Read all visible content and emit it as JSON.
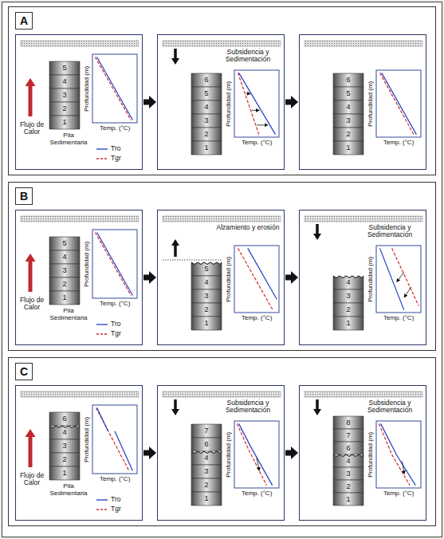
{
  "diagram": {
    "nodes": [
      {
        "text": [
          "A"
        ]
      },
      {
        "text": [
          "Flujo de Calor",
          "Pila Sedimentaria",
          "Profundidad (m)",
          "Temp. (°C)"
        ],
        "in": 0
      },
      {
        "text": [
          "Subsidencia y Sedimentación",
          "Profundidad (m)",
          "Temp. (°C)"
        ],
        "in": 0
      },
      {
        "text": [
          "Profundidad (m)",
          "Temp. (°C)"
        ],
        "in": 0
      },
      {
        "text": [
          "B"
        ]
      },
      {
        "text": [
          "Flujo de Calor",
          "Pila Sedimentaria",
          "Profundidad (m)",
          "Temp. (°C)"
        ],
        "in": 4
      },
      {
        "text": [
          "Alzamiento y erosión",
          "Profundidad (m)",
          "Temp. (°C)"
        ],
        "in": 4
      },
      {
        "text": [
          "Subsidencia y Sedimentación",
          "Profundidad (m)",
          "Temp. (°C)"
        ],
        "in": 4
      },
      {
        "text": [
          "C"
        ]
      },
      {
        "text": [
          "Flujo de Calor",
          "Pila Sedimentaria",
          "Profundidad (m)",
          "Temp. (°C)"
        ],
        "in": 8
      },
      {
        "text": [
          "Subsidencia y Sedimentación",
          "Profundidad (m)",
          "Temp. (°C)"
        ],
        "in": 8
      },
      {
        "text": [
          "Subsidencia y Sedimentación",
          "Profundidad (m)",
          "Temp. (°C)"
        ],
        "in": 8
      }
    ],
    "edges": [
      {
        "from": 1,
        "to": 2,
        "arrow": "to"
      },
      {
        "from": 2,
        "to": 3,
        "arrow": "to"
      },
      {
        "from": 5,
        "to": 6,
        "arrow": "to"
      },
      {
        "from": 6,
        "to": 7,
        "arrow": "to"
      },
      {
        "from": 9,
        "to": 10,
        "arrow": "to"
      },
      {
        "from": 10,
        "to": 11,
        "arrow": "to"
      }
    ],
    "labels": [
      "5",
      "4",
      "3",
      "2",
      "1",
      "6",
      "5",
      "4",
      "3",
      "2",
      "1",
      "6",
      "5",
      "4",
      "3",
      "2",
      "1",
      "5",
      "4",
      "3",
      "2",
      "1",
      "5",
      "4",
      "3",
      "2",
      "1",
      "4",
      "3",
      "2",
      "1",
      "6",
      "4",
      "3",
      "2",
      "1",
      "7",
      "6",
      "4",
      "3",
      "2",
      "1",
      "8",
      "7",
      "6",
      "4",
      "3",
      "2",
      "1"
    ],
    "legend": [
      {
        "text": "Tro"
      },
      {
        "text": "Tgr"
      },
      {
        "text": "Tro"
      },
      {
        "text": "Tgr"
      },
      {
        "text": "Tro"
      },
      {
        "text": "Tgr"
      }
    ]
  }
}
